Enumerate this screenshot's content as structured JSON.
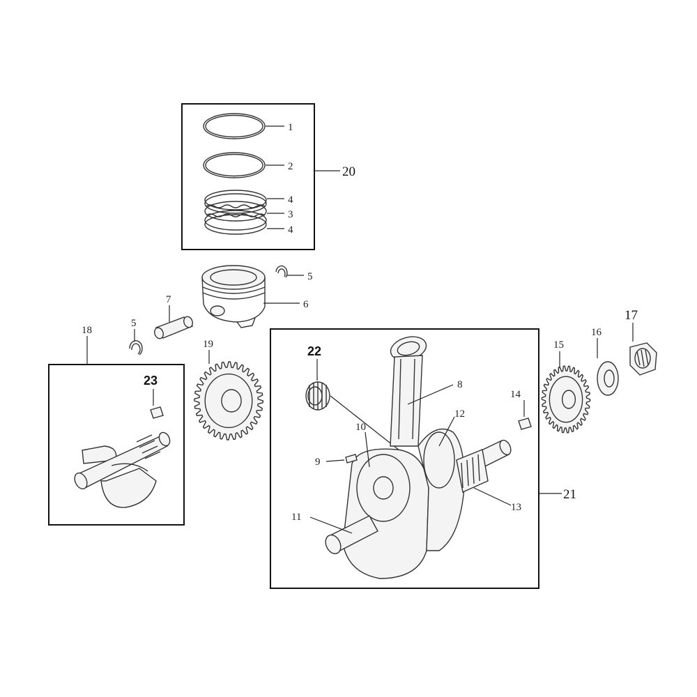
{
  "callouts": {
    "c1": "1",
    "c2": "2",
    "c4a": "4",
    "c3": "3",
    "c4b": "4",
    "c20": "20",
    "c5a": "5",
    "c6": "6",
    "c7": "7",
    "c5b": "5",
    "c18": "18",
    "c19": "19",
    "c23": "23",
    "c22": "22",
    "c8": "8",
    "c10": "10",
    "c12": "12",
    "c9": "9",
    "c11": "11",
    "c13": "13",
    "c21": "21",
    "c14": "14",
    "c15": "15",
    "c16": "16",
    "c17": "17"
  }
}
